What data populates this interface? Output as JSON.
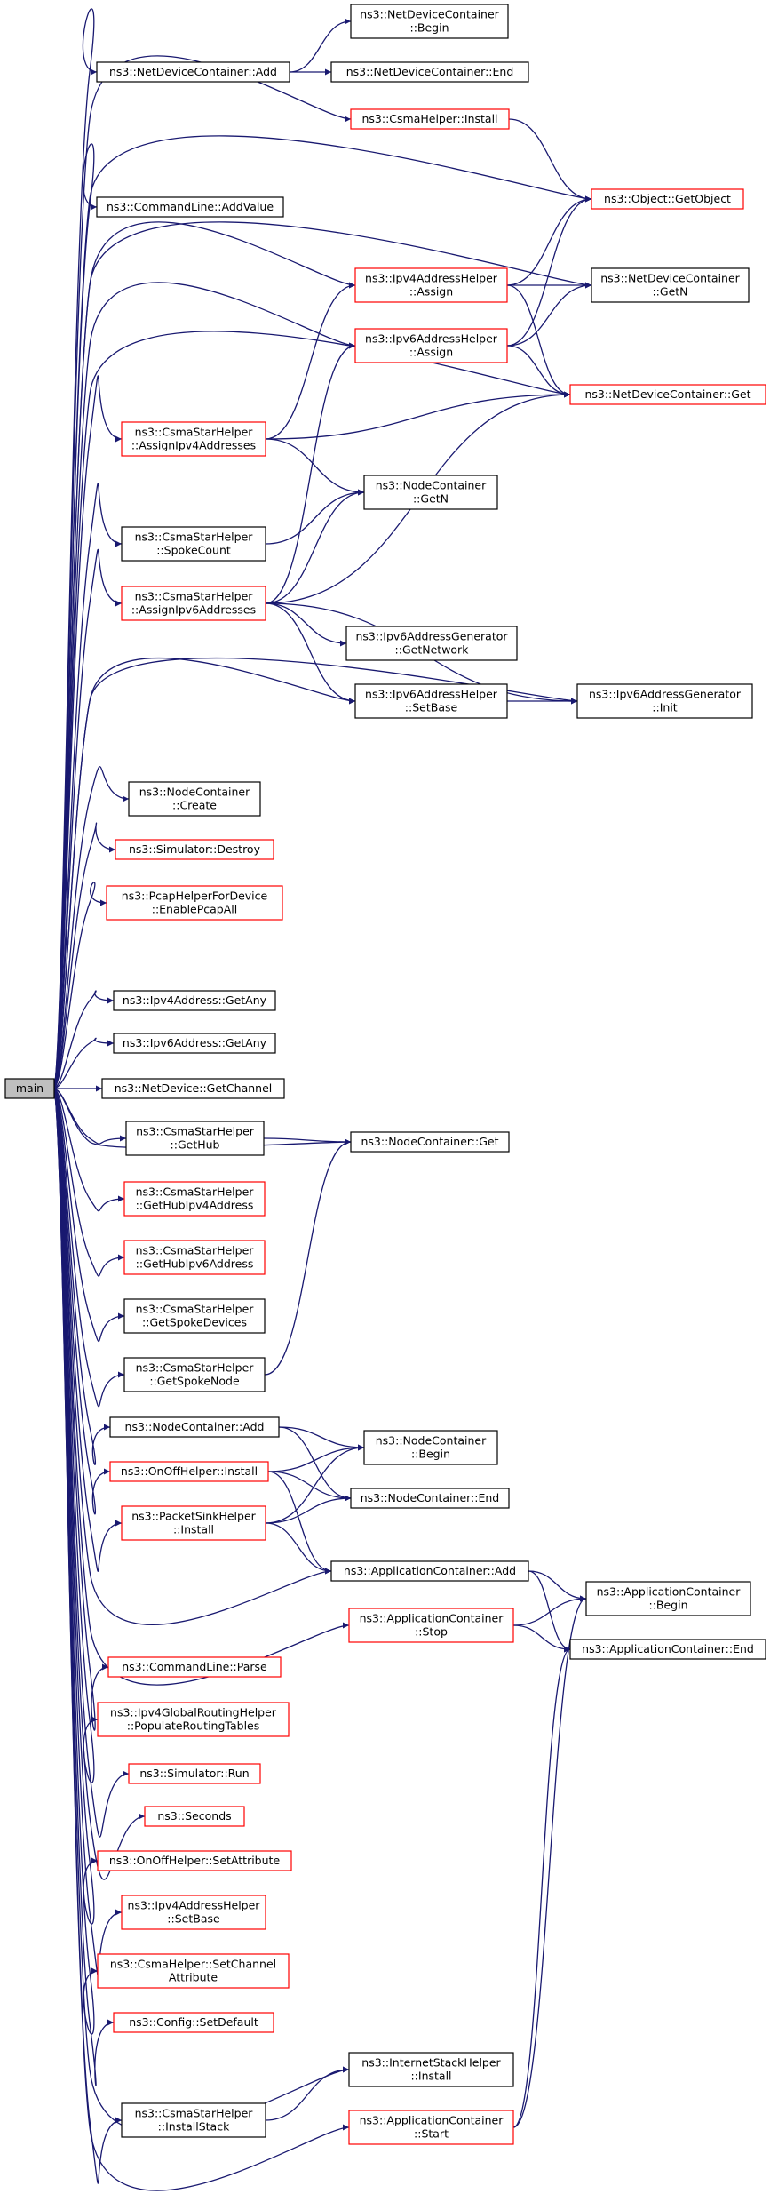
{
  "colors": {
    "edge": "#191970",
    "box_border": "#000000",
    "box_border_red": "#ff0000",
    "main_fill": "#bfbfbf",
    "box_fill": "#ffffff"
  },
  "nodes": {
    "main": {
      "lines": [
        "main"
      ]
    },
    "ndc_add": {
      "lines": [
        "ns3::NetDeviceContainer::Add"
      ]
    },
    "ndc_begin": {
      "lines": [
        "ns3::NetDeviceContainer",
        "::Begin"
      ]
    },
    "ndc_end": {
      "lines": [
        "ns3::NetDeviceContainer::End"
      ]
    },
    "csma_install": {
      "lines": [
        "ns3::CsmaHelper::Install"
      ]
    },
    "getobject": {
      "lines": [
        "ns3::Object::GetObject"
      ]
    },
    "cmd_addvalue": {
      "lines": [
        "ns3::CommandLine::AddValue"
      ]
    },
    "ipv4_assign": {
      "lines": [
        "ns3::Ipv4AddressHelper",
        "::Assign"
      ]
    },
    "ndc_getn": {
      "lines": [
        "ns3::NetDeviceContainer",
        "::GetN"
      ]
    },
    "ipv6_assign": {
      "lines": [
        "ns3::Ipv6AddressHelper",
        "::Assign"
      ]
    },
    "ndc_get": {
      "lines": [
        "ns3::NetDeviceContainer::Get"
      ]
    },
    "star_assign4": {
      "lines": [
        "ns3::CsmaStarHelper",
        "::AssignIpv4Addresses"
      ]
    },
    "nc_getn": {
      "lines": [
        "ns3::NodeContainer",
        "::GetN"
      ]
    },
    "star_spokecount": {
      "lines": [
        "ns3::CsmaStarHelper",
        "::SpokeCount"
      ]
    },
    "star_assign6": {
      "lines": [
        "ns3::CsmaStarHelper",
        "::AssignIpv6Addresses"
      ]
    },
    "ipv6gen_getnetwork": {
      "lines": [
        "ns3::Ipv6AddressGenerator",
        "::GetNetwork"
      ]
    },
    "ipv6_setbase": {
      "lines": [
        "ns3::Ipv6AddressHelper",
        "::SetBase"
      ]
    },
    "ipv6gen_init": {
      "lines": [
        "ns3::Ipv6AddressGenerator",
        "::Init"
      ]
    },
    "nc_create": {
      "lines": [
        "ns3::NodeContainer",
        "::Create"
      ]
    },
    "sim_destroy": {
      "lines": [
        "ns3::Simulator::Destroy"
      ]
    },
    "pcap_enable": {
      "lines": [
        "ns3::PcapHelperForDevice",
        "::EnablePcapAll"
      ]
    },
    "ipv4addr_getany": {
      "lines": [
        "ns3::Ipv4Address::GetAny"
      ]
    },
    "ipv6addr_getany": {
      "lines": [
        "ns3::Ipv6Address::GetAny"
      ]
    },
    "netdev_getchannel": {
      "lines": [
        "ns3::NetDevice::GetChannel"
      ]
    },
    "star_gethub": {
      "lines": [
        "ns3::CsmaStarHelper",
        "::GetHub"
      ]
    },
    "nc_get": {
      "lines": [
        "ns3::NodeContainer::Get"
      ]
    },
    "star_gethub4": {
      "lines": [
        "ns3::CsmaStarHelper",
        "::GetHubIpv4Address"
      ]
    },
    "star_gethub6": {
      "lines": [
        "ns3::CsmaStarHelper",
        "::GetHubIpv6Address"
      ]
    },
    "star_getspokedev": {
      "lines": [
        "ns3::CsmaStarHelper",
        "::GetSpokeDevices"
      ]
    },
    "star_getspokenode": {
      "lines": [
        "ns3::CsmaStarHelper",
        "::GetSpokeNode"
      ]
    },
    "nc_add": {
      "lines": [
        "ns3::NodeContainer::Add"
      ]
    },
    "nc_begin": {
      "lines": [
        "ns3::NodeContainer",
        "::Begin"
      ]
    },
    "onoff_install": {
      "lines": [
        "ns3::OnOffHelper::Install"
      ]
    },
    "nc_end": {
      "lines": [
        "ns3::NodeContainer::End"
      ]
    },
    "sink_install": {
      "lines": [
        "ns3::PacketSinkHelper",
        "::Install"
      ]
    },
    "ac_add": {
      "lines": [
        "ns3::ApplicationContainer::Add"
      ]
    },
    "ac_begin": {
      "lines": [
        "ns3::ApplicationContainer",
        "::Begin"
      ]
    },
    "ac_stop": {
      "lines": [
        "ns3::ApplicationContainer",
        "::Stop"
      ]
    },
    "ac_end": {
      "lines": [
        "ns3::ApplicationContainer::End"
      ]
    },
    "cmd_parse": {
      "lines": [
        "ns3::CommandLine::Parse"
      ]
    },
    "ipv4grh_populate": {
      "lines": [
        "ns3::Ipv4GlobalRoutingHelper",
        "::PopulateRoutingTables"
      ]
    },
    "sim_run": {
      "lines": [
        "ns3::Simulator::Run"
      ]
    },
    "seconds": {
      "lines": [
        "ns3::Seconds"
      ]
    },
    "onoff_setattr": {
      "lines": [
        "ns3::OnOffHelper::SetAttribute"
      ]
    },
    "ipv4_setbase": {
      "lines": [
        "ns3::Ipv4AddressHelper",
        "::SetBase"
      ]
    },
    "csma_setchannelattr": {
      "lines": [
        "ns3::CsmaHelper::SetChannel",
        "Attribute"
      ]
    },
    "config_setdefault": {
      "lines": [
        "ns3::Config::SetDefault"
      ]
    },
    "ish_install": {
      "lines": [
        "ns3::InternetStackHelper",
        "::Install"
      ]
    },
    "star_installstack": {
      "lines": [
        "ns3::CsmaStarHelper",
        "::InstallStack"
      ]
    },
    "ac_start": {
      "lines": [
        "ns3::ApplicationContainer",
        "::Start"
      ]
    }
  },
  "edges": [
    [
      "main",
      "ndc_add"
    ],
    [
      "ndc_add",
      "ndc_begin"
    ],
    [
      "ndc_add",
      "ndc_end"
    ],
    [
      "main",
      "csma_install"
    ],
    [
      "csma_install",
      "getobject"
    ],
    [
      "main",
      "getobject"
    ],
    [
      "main",
      "cmd_addvalue"
    ],
    [
      "main",
      "ndc_getn"
    ],
    [
      "main",
      "ipv4_assign"
    ],
    [
      "ipv4_assign",
      "getobject"
    ],
    [
      "ipv4_assign",
      "ndc_getn"
    ],
    [
      "ipv4_assign",
      "ndc_get"
    ],
    [
      "main",
      "ipv6_assign"
    ],
    [
      "ipv6_assign",
      "getobject"
    ],
    [
      "ipv6_assign",
      "ndc_getn"
    ],
    [
      "ipv6_assign",
      "ndc_get"
    ],
    [
      "main",
      "ndc_get"
    ],
    [
      "main",
      "star_assign4"
    ],
    [
      "star_assign4",
      "ipv4_assign"
    ],
    [
      "star_assign4",
      "ndc_get"
    ],
    [
      "star_assign4",
      "nc_getn"
    ],
    [
      "main",
      "star_spokecount"
    ],
    [
      "star_spokecount",
      "nc_getn"
    ],
    [
      "main",
      "star_assign6"
    ],
    [
      "star_assign6",
      "ipv6_assign"
    ],
    [
      "star_assign6",
      "ndc_get"
    ],
    [
      "star_assign6",
      "nc_getn"
    ],
    [
      "star_assign6",
      "ipv6gen_getnetwork"
    ],
    [
      "star_assign6",
      "ipv6_setbase"
    ],
    [
      "star_assign6",
      "ipv6gen_init"
    ],
    [
      "ipv6_setbase",
      "ipv6gen_init"
    ],
    [
      "main",
      "ipv6gen_init"
    ],
    [
      "main",
      "ipv6_setbase"
    ],
    [
      "main",
      "nc_create"
    ],
    [
      "main",
      "sim_destroy"
    ],
    [
      "main",
      "pcap_enable"
    ],
    [
      "main",
      "nc_get"
    ],
    [
      "main",
      "ipv4addr_getany"
    ],
    [
      "main",
      "ipv6addr_getany"
    ],
    [
      "main",
      "netdev_getchannel"
    ],
    [
      "main",
      "star_gethub"
    ],
    [
      "star_gethub",
      "nc_get"
    ],
    [
      "main",
      "star_gethub4"
    ],
    [
      "main",
      "star_gethub6"
    ],
    [
      "main",
      "star_getspokedev"
    ],
    [
      "main",
      "star_getspokenode"
    ],
    [
      "star_getspokenode",
      "nc_get"
    ],
    [
      "main",
      "nc_add"
    ],
    [
      "nc_add",
      "nc_begin"
    ],
    [
      "nc_add",
      "nc_end"
    ],
    [
      "main",
      "onoff_install"
    ],
    [
      "onoff_install",
      "nc_begin"
    ],
    [
      "onoff_install",
      "nc_end"
    ],
    [
      "onoff_install",
      "ac_add"
    ],
    [
      "main",
      "sink_install"
    ],
    [
      "sink_install",
      "nc_begin"
    ],
    [
      "sink_install",
      "nc_end"
    ],
    [
      "sink_install",
      "ac_add"
    ],
    [
      "main",
      "ac_add"
    ],
    [
      "ac_add",
      "ac_begin"
    ],
    [
      "ac_add",
      "ac_end"
    ],
    [
      "main",
      "ac_stop"
    ],
    [
      "ac_stop",
      "ac_begin"
    ],
    [
      "ac_stop",
      "ac_end"
    ],
    [
      "main",
      "cmd_parse"
    ],
    [
      "main",
      "ipv4grh_populate"
    ],
    [
      "main",
      "sim_run"
    ],
    [
      "main",
      "seconds"
    ],
    [
      "main",
      "onoff_setattr"
    ],
    [
      "main",
      "ipv4_setbase"
    ],
    [
      "main",
      "csma_setchannelattr"
    ],
    [
      "main",
      "config_setdefault"
    ],
    [
      "main",
      "ish_install"
    ],
    [
      "main",
      "star_installstack"
    ],
    [
      "star_installstack",
      "ish_install"
    ],
    [
      "main",
      "ac_start"
    ],
    [
      "ac_start",
      "ac_begin"
    ],
    [
      "ac_start",
      "ac_end"
    ]
  ]
}
